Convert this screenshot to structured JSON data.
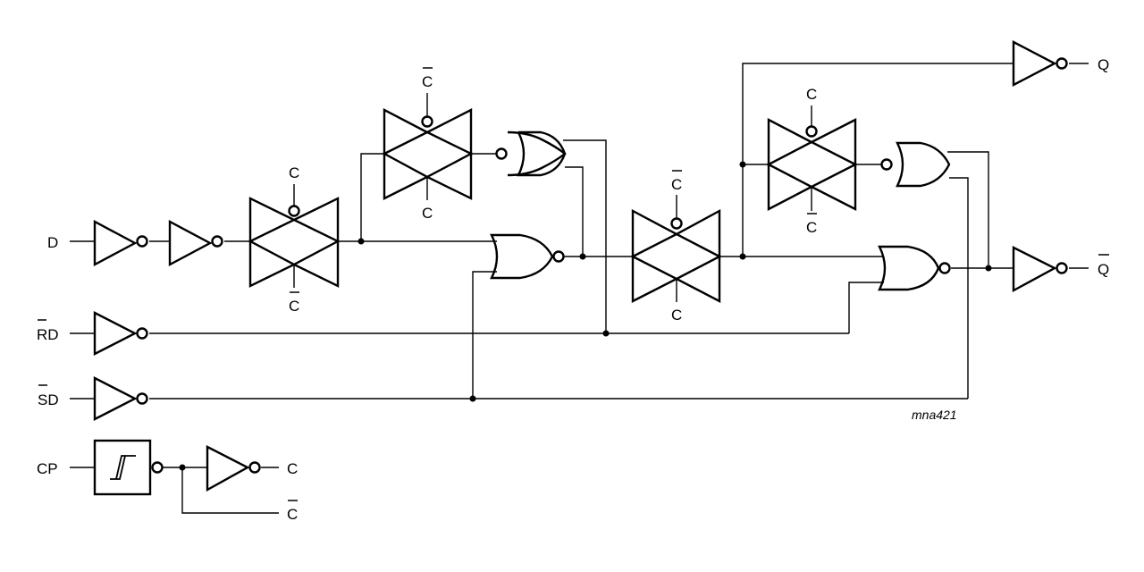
{
  "labels": {
    "input_d": "D",
    "input_rd": "RD",
    "input_sd": "SD",
    "input_cp": "CP",
    "output_q": "Q",
    "output_qbar": "Q",
    "clk_out": "C",
    "clkbar_out": "C",
    "tg1_top": "C",
    "tg1_bottom": "C",
    "tg2_top": "C",
    "tg2_bottom": "C",
    "tg3_top": "C",
    "tg3_bottom": "C",
    "tg4_top": "C",
    "tg4_bottom": "C",
    "figure_id": "mna421"
  }
}
